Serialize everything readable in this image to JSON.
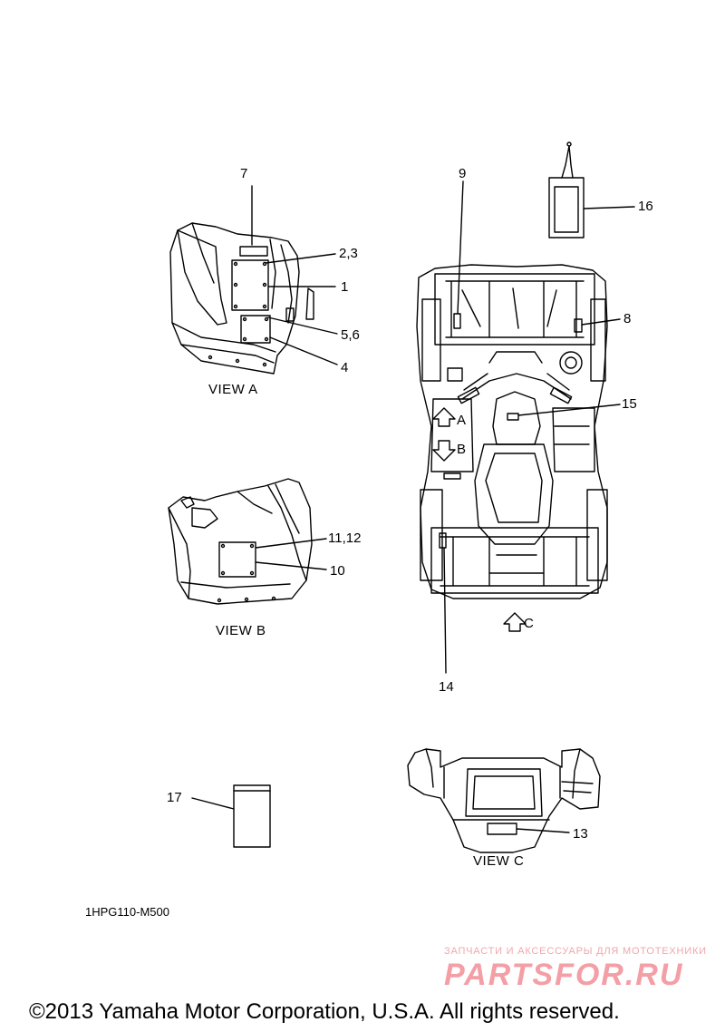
{
  "callouts": {
    "c1": "1",
    "c2_3": "2,3",
    "c4": "4",
    "c5_6": "5,6",
    "c7": "7",
    "c8": "8",
    "c9": "9",
    "c10": "10",
    "c11_12": "11,12",
    "c13": "13",
    "c14": "14",
    "c15": "15",
    "c16": "16",
    "c17": "17"
  },
  "views": {
    "view_a": "VIEW A",
    "view_b": "VIEW B",
    "view_c": "VIEW C",
    "arrow_a": "A",
    "arrow_b": "B",
    "arrow_c": "C"
  },
  "diagram_code": "1HPG110-M500",
  "watermark": {
    "tagline": "ЗАПЧАСТИ И АКСЕССУАРЫ ДЛЯ МОТОТЕХНИКИ",
    "brand": "PARTSFOR.RU",
    "color": "#f49ea6"
  },
  "copyright": "©2013 Yamaha Motor Corporation, U.S.A. All rights reserved."
}
